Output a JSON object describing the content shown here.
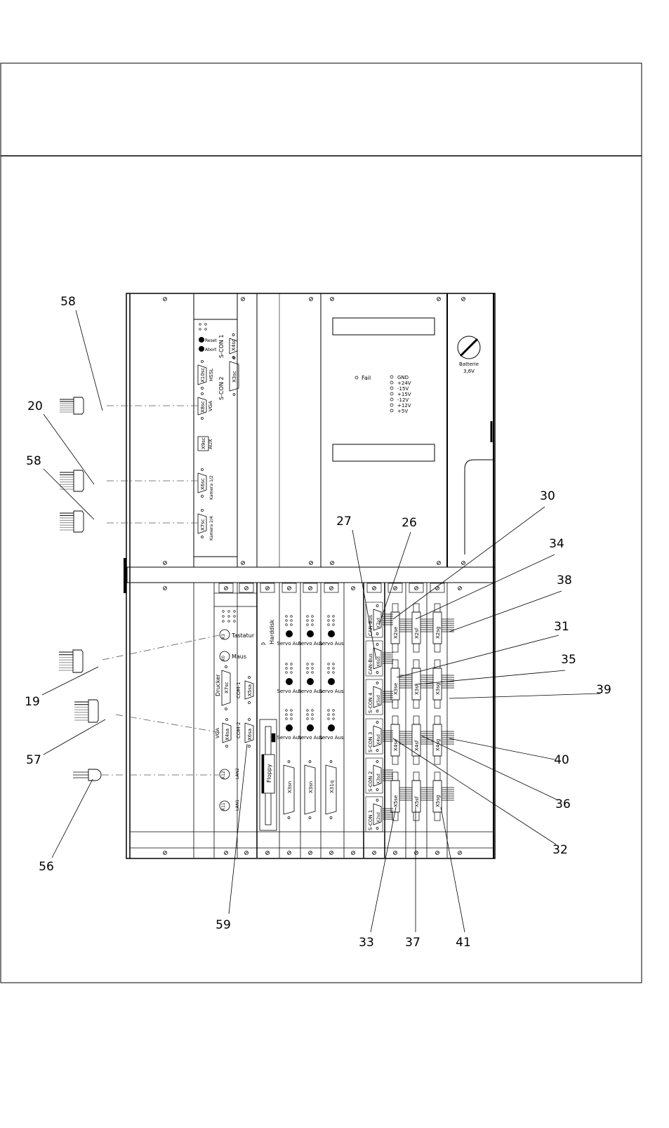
{
  "callouts": [
    "58",
    "20",
    "58",
    "19",
    "57",
    "56",
    "59",
    "33",
    "37",
    "41",
    "27",
    "26",
    "30",
    "34",
    "38",
    "31",
    "35",
    "39",
    "40",
    "36",
    "32"
  ],
  "top_panel": {
    "scon1": "S-CON 1",
    "x4sc": "X4sc",
    "reset": "Reset",
    "abort": "Abort",
    "x10sc": "X10sc",
    "hssl": "HSSL",
    "scon2": "S-CON 2",
    "x3sc": "X3sc",
    "x8sc": "X8sc",
    "vga": "VGA",
    "x9sc": "X9sc",
    "aux": "AUX",
    "x6sc": "X6sc",
    "kamera12": "Kamera 1/2",
    "x7sc": "X7sc",
    "kamera24": "Kamera 2/4"
  },
  "power_supply": {
    "fail": "Fail",
    "rails": [
      "GND",
      "+24V",
      "-15V",
      "+15V",
      "-12V",
      "+12V",
      "+5V"
    ]
  },
  "battery": {
    "label": "Batterie",
    "voltage": "3,6V"
  },
  "bottom_panel": {
    "x3": "X3",
    "tastatur": "Tastatur",
    "x0": "X0",
    "maus": "Maus",
    "drucker": "Drucker",
    "x7sc": "X7sc",
    "com1": "COM-1",
    "x5sa": "X5sa",
    "vga": "VGA",
    "x4sa": "X4sa",
    "com2": "COM-2",
    "x6sa": "X6sa",
    "x12": "X12",
    "lan2": "LAN2",
    "x11": "X11",
    "lan1": "LAN1",
    "harddisk": "Harddisk",
    "floppy": "Floppy",
    "servo_aus": "Servo Aus",
    "servo_connectors": [
      "X3sn",
      "X3sn",
      "X31q"
    ]
  },
  "right_panel": {
    "groups": [
      {
        "label": "CAN-Bus",
        "conn": "X7sd"
      },
      {
        "label": "CAN-Bus",
        "conn": "X6sd"
      },
      {
        "label": "S-CON 4",
        "conn": "X5sd"
      },
      {
        "label": "S-CON 3",
        "conn": "X4sd"
      },
      {
        "label": "S-CON 2",
        "conn": "X3sd"
      },
      {
        "label": "S-CON 1",
        "conn": "X2sd"
      }
    ],
    "card_connectors": [
      [
        "X2se",
        "X3se",
        "X4se",
        "X5se"
      ],
      [
        "X2sf",
        "X3sf",
        "X4sf",
        "X5sf"
      ],
      [
        "X2sg",
        "X3sg",
        "X4sg",
        "X5sg"
      ]
    ]
  }
}
